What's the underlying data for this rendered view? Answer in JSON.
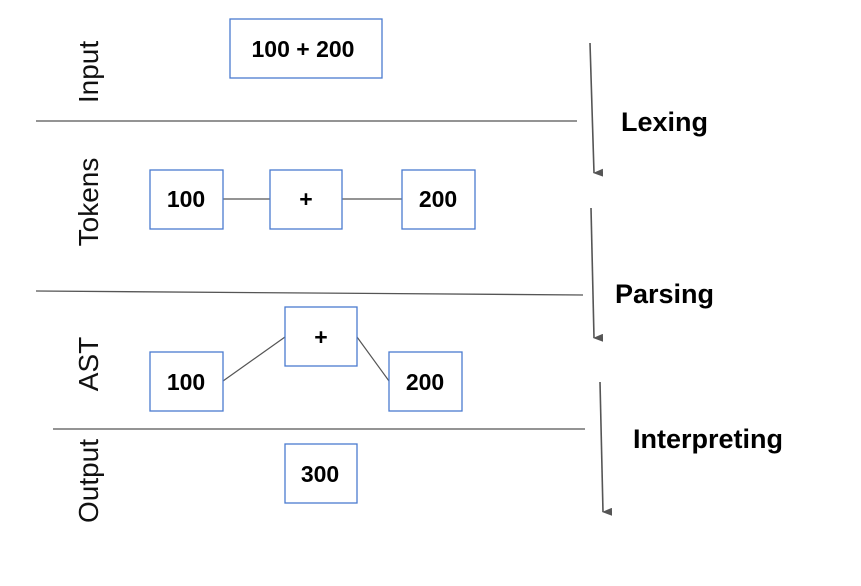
{
  "rows": {
    "input": "Input",
    "tokens": "Tokens",
    "ast": "AST",
    "output": "Output"
  },
  "nodes": {
    "input_expr": "100 + 200",
    "token_left": "100",
    "token_op": "+",
    "token_right": "200",
    "ast_op": "+",
    "ast_left": "100",
    "ast_right": "200",
    "output_value": "300"
  },
  "stages": {
    "lexing": "Lexing",
    "parsing": "Parsing",
    "interpreting": "Interpreting"
  },
  "colors": {
    "box_border": "#4a7bd0",
    "line": "#555555"
  }
}
